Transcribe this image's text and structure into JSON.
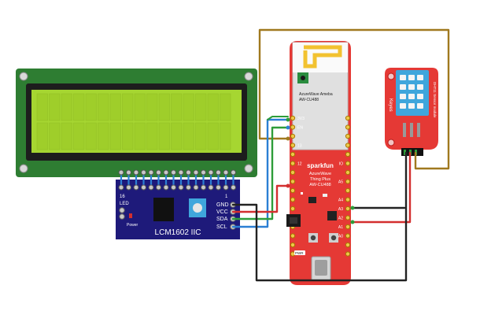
{
  "lcd_module": {
    "pcb_color": "#2e7d32",
    "screen_color": "#a6d631",
    "bezel_color": "#1d1d1d",
    "pin_count": 16
  },
  "i2c_backpack": {
    "label": "LCM1602 IIC",
    "pcb_color": "#1e1a7a",
    "led_label": "LED",
    "pin_16_label": "16",
    "pin_1_label": "1",
    "power_label": "Power",
    "pins": [
      {
        "label": "GND"
      },
      {
        "label": "VCC"
      },
      {
        "label": "SDA"
      },
      {
        "label": "SCL"
      }
    ]
  },
  "thing_plus": {
    "pcb_color": "#e53935",
    "brand": "sparkfun",
    "title_lines": [
      "AzureWave",
      "Thing Plus",
      "AW-CU488"
    ],
    "module_text": [
      "AzureWave Ameba",
      "AW-CU488"
    ],
    "pwr_label": "PWR",
    "left_pins": [
      "3V3",
      "EN",
      "",
      "13",
      "",
      "12",
      "",
      "",
      "",
      "",
      "",
      "",
      "",
      "",
      "",
      ""
    ],
    "right_pins": [
      "",
      "",
      "",
      "",
      "",
      "IO",
      "",
      "A5",
      "",
      "A4",
      "A3",
      "A2",
      "A1",
      "A0",
      "",
      ""
    ]
  },
  "dht_sensor": {
    "label": "DHT11 Sensor module",
    "brand": "Keyes",
    "pcb_color": "#e53935",
    "sensor_color": "#3fa6dc"
  },
  "wire_colors": {
    "black": "#222222",
    "red": "#d32f2f",
    "green": "#2e9d3a",
    "blue": "#2b7fd4",
    "brown": "#a0791f"
  }
}
